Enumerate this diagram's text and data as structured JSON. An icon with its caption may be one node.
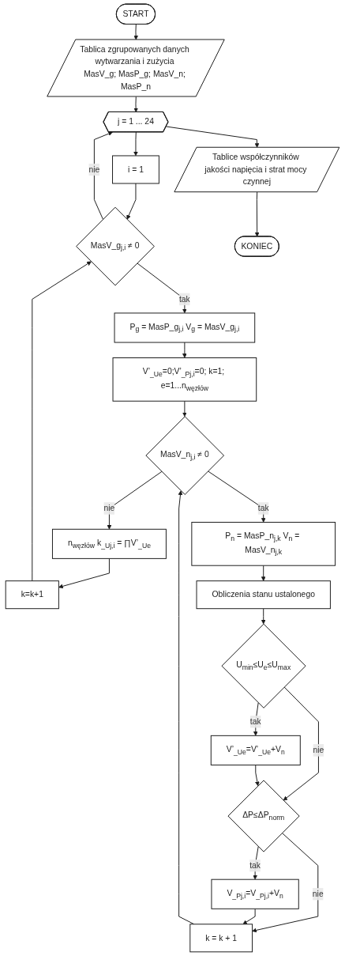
{
  "diagram": {
    "nodes": [
      {
        "text": [
          "START"
        ]
      },
      {
        "text": [
          "Tablica zgrupowanych danych wytwarzania i zużycia MasV_g; MasP_g; MasV_n; MasP_n"
        ]
      },
      {
        "text": [
          "j = 1 ... 24"
        ]
      },
      {
        "text": [
          "i = 1"
        ]
      },
      {
        "text": [
          "MasV_g$_{j,i}$ ≠ 0"
        ]
      },
      {
        "text": [
          "P$_{g}$ = MasP_g$_{j,i}$ V$_{g}$ = MasV_g$_{j,i}$"
        ]
      },
      {
        "text": [
          "V’$_{_Ue}$=0;V’$_{_Pj,i}$=0; k=1; e=1...n$_{węzłów}$"
        ]
      },
      {
        "text": [
          "MasV_n$_{j,i}$ ≠ 0"
        ]
      },
      {
        "text": [
          "P$_{n}$ = MasP_n$_{j,k}$ V$_{n}$ = MasV_n$_{j,k}$"
        ]
      },
      {
        "text": [
          "n$_{węzłów}$ k$_{_Uj,i}$ = ∏V’$_{_Ue}$"
        ]
      },
      {
        "text": [
          "k=k+1"
        ]
      },
      {
        "text": [
          "Obliczenia stanu ustalonego"
        ]
      },
      {
        "text": [
          "U$_{min}$≤U$_{e}$≤U$_{max}$"
        ]
      },
      {
        "text": [
          "V’$_{_Ue}$=V’$_{_Ue}$+V$_{n}$"
        ]
      },
      {
        "text": [
          "ΔP≤ΔP$_{norm}$"
        ]
      },
      {
        "text": [
          "V$_{_Pj,i}$=V$_{_Pj,i}$+V$_{n}$"
        ]
      },
      {
        "text": [
          "k = k + 1"
        ]
      },
      {
        "text": [
          "Tablice współczynników jakości napięcia i strat mocy czynnej"
        ]
      },
      {
        "text": [
          "KONIEC"
        ]
      }
    ],
    "edges": [
      {
        "from": 0,
        "to": 1,
        "arrow": "to"
      },
      {
        "from": 1,
        "to": 2,
        "arrow": "to"
      },
      {
        "from": 2,
        "to": 3,
        "arrow": "to"
      },
      {
        "from": 3,
        "to": 4,
        "arrow": "to"
      },
      {
        "from": 4,
        "to": 2,
        "arrow": "to",
        "label": "nie"
      },
      {
        "from": 4,
        "to": 5,
        "arrow": "to",
        "label": "tak"
      },
      {
        "from": 5,
        "to": 6,
        "arrow": "to"
      },
      {
        "from": 6,
        "to": 7,
        "arrow": "to"
      },
      {
        "from": 7,
        "to": 9,
        "arrow": "to",
        "label": "nie"
      },
      {
        "from": 7,
        "to": 8,
        "arrow": "to",
        "label": "tak"
      },
      {
        "from": 9,
        "to": 10,
        "arrow": "to"
      },
      {
        "from": 10,
        "to": 4,
        "arrow": "to"
      },
      {
        "from": 8,
        "to": 11,
        "arrow": "to"
      },
      {
        "from": 11,
        "to": 12,
        "arrow": "to"
      },
      {
        "from": 12,
        "to": 14,
        "arrow": "to",
        "label": "nie"
      },
      {
        "from": 12,
        "to": 13,
        "arrow": "to",
        "label": "tak"
      },
      {
        "from": 13,
        "to": 14,
        "arrow": "to"
      },
      {
        "from": 14,
        "to": 16,
        "arrow": "to",
        "label": "nie"
      },
      {
        "from": 14,
        "to": 15,
        "arrow": "to",
        "label": "tak"
      },
      {
        "from": 15,
        "to": 16,
        "arrow": "to"
      },
      {
        "from": 16,
        "to": 7,
        "arrow": "to"
      },
      {
        "from": 2,
        "to": 17,
        "arrow": "to"
      },
      {
        "from": 17,
        "to": 18,
        "arrow": "to"
      }
    ]
  }
}
